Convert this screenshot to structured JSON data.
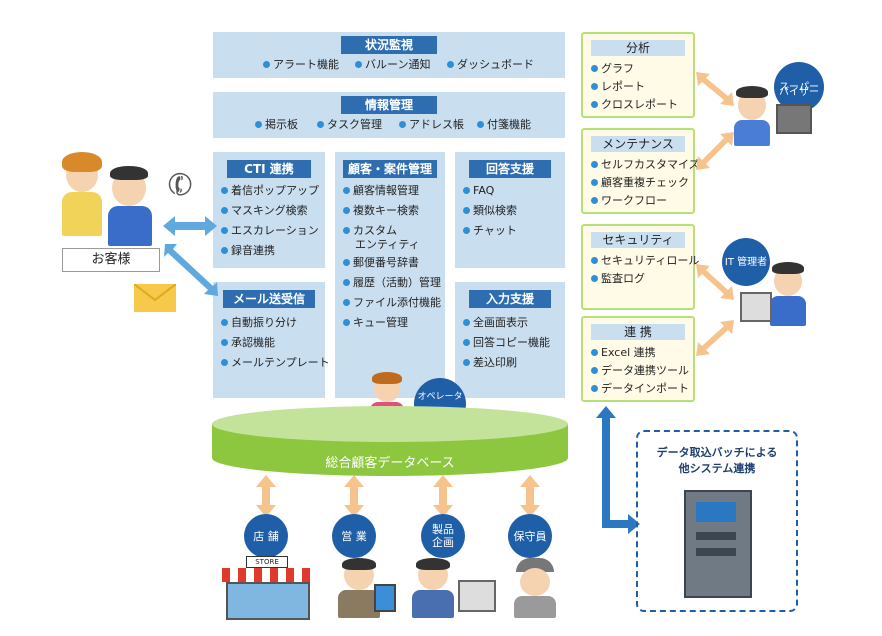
{
  "panels": {
    "monitoring": {
      "title": "状況監視",
      "items": [
        "アラート機能",
        "バルーン通知",
        "ダッシュボード"
      ]
    },
    "info": {
      "title": "情報管理",
      "items": [
        "掲示板",
        "タスク管理",
        "アドレス帳",
        "付箋機能"
      ]
    },
    "cti": {
      "title": "CTI 連携",
      "items": [
        "着信ポップアップ",
        "マスキング検索",
        "エスカレーション",
        "録音連携"
      ]
    },
    "case": {
      "title": "顧客・案件管理",
      "items": [
        "顧客情報管理",
        "複数キー検索",
        "カスタム",
        "エンティティ",
        "郵便番号辞書",
        "履歴（活動）管理",
        "ファイル添付機能",
        "キュー管理"
      ]
    },
    "answer": {
      "title": "回答支援",
      "items": [
        "FAQ",
        "類似検索",
        "チャット"
      ]
    },
    "mail": {
      "title": "メール送受信",
      "items": [
        "自動振り分け",
        "承認機能",
        "メールテンプレート"
      ]
    },
    "input": {
      "title": "入力支援",
      "items": [
        "全画面表示",
        "回答コピー機能",
        "差込印刷"
      ]
    }
  },
  "right_boxes": {
    "analysis": {
      "title": "分析",
      "items": [
        "グラフ",
        "レポート",
        "クロスレポート"
      ]
    },
    "maintenance": {
      "title": "メンテナンス",
      "items": [
        "セルフカスタマイズ",
        "顧客重複チェック",
        "ワークフロー"
      ]
    },
    "security": {
      "title": "セキュリティ",
      "items": [
        "セキュリティロール",
        "監査ログ"
      ]
    },
    "integration": {
      "title": "連 携",
      "items": [
        "Excel 連携",
        "データ連携ツール",
        "データインポート"
      ]
    }
  },
  "labels": {
    "customer": "お客様",
    "supervisor_line1": "スーパー",
    "supervisor_line2": "バイザー",
    "it_admin": "IT 管理者",
    "operator": "オペレーター",
    "database": "総合顧客データベース",
    "batch_line1": "データ取込バッチによる",
    "batch_line2": "他システム連携",
    "store": "店 舗",
    "sales": "営 業",
    "planning_line1": "製品",
    "planning_line2": "企画",
    "maintenance_staff": "保守員",
    "store_sign": "STORE"
  },
  "colors": {
    "panel_bg": "#c9dff0",
    "title_bg": "#2e6eb0",
    "bullet": "#2f8fd6",
    "db_green": "#8dc63f",
    "arrow_orange": "#f6c38c",
    "arrow_blue": "#5fa9de",
    "circle_blue": "#1f5fa8"
  }
}
